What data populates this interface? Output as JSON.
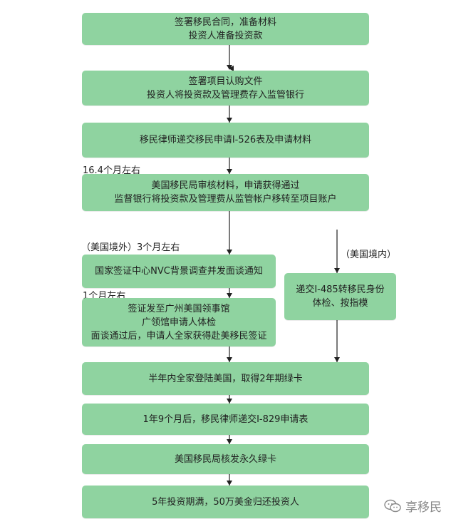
{
  "steps": {
    "s1": {
      "line1": "签署移民合同，准备材料",
      "line2": "投资人准备投资款"
    },
    "s2": {
      "line1": "签署项目认购文件",
      "line2": "投资人将投资款及管理费存入监管银行"
    },
    "s3": {
      "line1": "移民律师递交移民申请I-526表及申请材料"
    },
    "s4": {
      "line1": "美国移民局审核材料，申请获得通过",
      "line2": "监督银行将投资款及管理费从监管帐户移转至项目账户"
    },
    "s5": {
      "line1": "国家签证中心NVC背景调查并发面谈通知"
    },
    "s6": {
      "line1": "签证发至广州美国领事馆",
      "line2": "广领馆申请人体检",
      "line3": "面谈通过后，申请人全家获得赴美移民签证"
    },
    "s7": {
      "line1": "递交I-485转移民身份",
      "line2": "体检、按指模"
    },
    "s8": {
      "line1": "半年内全家登陆美国，取得2年期绿卡"
    },
    "s9": {
      "line1": "1年9个月后，移民律师递交I-829申请表"
    },
    "s10": {
      "line1": "美国移民局核发永久绿卡"
    },
    "s11": {
      "line1": "5年投资期满，50万美金归还投资人"
    }
  },
  "labels": {
    "time1": "16.4个月左右",
    "outside": "（美国境外）3个月左右",
    "inside": "（美国境内）",
    "time2": "1个月左右"
  },
  "brand": {
    "name": "享移民"
  },
  "colors": {
    "box": "#8fd3a0",
    "arrow": "#222222"
  }
}
